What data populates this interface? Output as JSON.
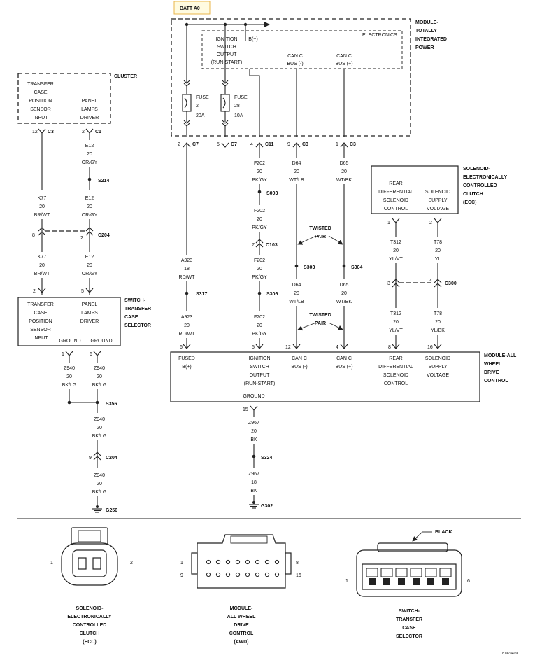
{
  "top_label": "BATT A0",
  "tipm": {
    "title": [
      "MODULE-",
      "TOTALLY",
      "INTEGRATED",
      "POWER"
    ],
    "electronics": "ELECTRONICS",
    "bplus": "B(+)",
    "ign": [
      "IGNITION",
      "SWITCH",
      "OUTPUT",
      "(RUN-START)"
    ],
    "canl": [
      "CAN C",
      "BUS (-)"
    ],
    "canh": [
      "CAN C",
      "BUS (+)"
    ],
    "fuse2": [
      "FUSE",
      "2",
      "20A"
    ],
    "fuse28": [
      "FUSE",
      "28",
      "10A"
    ]
  },
  "cluster": {
    "title": "CLUSTER",
    "left": [
      "TRANSFER",
      "CASE",
      "POSITION",
      "SENSOR",
      "INPUT"
    ],
    "right": [
      "PANEL",
      "LAMPS",
      "DRIVER"
    ]
  },
  "switch": {
    "title": [
      "SWITCH-",
      "TRANSFER",
      "CASE",
      "SELECTOR"
    ],
    "left": [
      "TRANSFER",
      "CASE",
      "POSITION",
      "SENSOR",
      "INPUT"
    ],
    "right": [
      "PANEL",
      "LAMPS",
      "DRIVER"
    ],
    "ground1": "GROUND",
    "ground2": "GROUND"
  },
  "ecc": {
    "title": [
      "SOLENOID-",
      "ELECTRONICALLY",
      "CONTROLLED",
      "CLUTCH",
      "(ECC)"
    ],
    "left": [
      "REAR",
      "DIFFERENTIAL",
      "SOLENOID",
      "CONTROL"
    ],
    "right": [
      "SOLENOID",
      "SUPPLY",
      "VOLTAGE"
    ]
  },
  "awd": {
    "title": [
      "MODULE-ALL",
      "WHEEL",
      "DRIVE",
      "CONTROL"
    ],
    "c1": [
      "FUSED",
      "B(+)"
    ],
    "c2": [
      "IGNITION",
      "SWITCH",
      "OUTPUT",
      "(RUN-START)"
    ],
    "c3": [
      "CAN C",
      "BUS (-)"
    ],
    "c4": [
      "CAN C",
      "BUS (+)"
    ],
    "c5": [
      "REAR",
      "DIFFERENTIAL",
      "SOLENOID",
      "CONTROL"
    ],
    "c6": [
      "SOLENOID",
      "SUPPLY",
      "VOLTAGE"
    ],
    "ground": "GROUND"
  },
  "pins": {
    "cl_c3": "12",
    "cl_c3c": "C3",
    "cl_c1": "2",
    "cl_c1c": "C1",
    "c204a_l": "8",
    "c204a_r": "2",
    "c204a": "C204",
    "sw_2": "2",
    "sw_5": "5",
    "sw_1": "1",
    "sw_6": "6",
    "tipm_c7a": "2",
    "tipm_c7a_c": "C7",
    "tipm_c7b": "5",
    "tipm_c7b_c": "C7",
    "tipm_c11": "4",
    "tipm_c11_c": "C11",
    "tipm_c3a": "9",
    "tipm_c3a_c": "C3",
    "tipm_c3b": "1",
    "tipm_c3b_c": "C3",
    "c103": "7",
    "c103_c": "C103",
    "ecc_1": "1",
    "ecc_2": "2",
    "c300_l": "3",
    "c300_r": "4",
    "c300": "C300",
    "awd_6": "6",
    "awd_5": "5",
    "awd_12": "12",
    "awd_4": "4",
    "awd_8": "8",
    "awd_16": "16",
    "awd_15": "15",
    "c204b": "9",
    "c204b_c": "C204"
  },
  "wires": {
    "e12": [
      "E12",
      "20",
      "OR/GY"
    ],
    "k77": [
      "K77",
      "20",
      "BR/WT"
    ],
    "z940": [
      "Z940",
      "20",
      "BK/LG"
    ],
    "a923_18": [
      "A923",
      "18",
      "RD/WT"
    ],
    "a923_20": [
      "A923",
      "20",
      "RD/WT"
    ],
    "f202": [
      "F202",
      "20",
      "PK/GY"
    ],
    "d64": [
      "D64",
      "20",
      "WT/LB"
    ],
    "d65": [
      "D65",
      "20",
      "WT/BK"
    ],
    "t312": [
      "T312",
      "20",
      "YL/VT"
    ],
    "t78a": [
      "T78",
      "20",
      "YL"
    ],
    "t78b": [
      "T78",
      "20",
      "YL/BK"
    ],
    "z967a": [
      "Z967",
      "20",
      "BK"
    ],
    "z967b": [
      "Z967",
      "18",
      "BK"
    ]
  },
  "splices": {
    "s214": "S214",
    "s356": "S356",
    "s317": "S317",
    "s003": "S003",
    "s306": "S306",
    "s303": "S303",
    "s304": "S304",
    "s324": "S324"
  },
  "grounds": {
    "g250": "G250",
    "g302": "G302"
  },
  "twisted": [
    "TWISTED",
    "PAIR"
  ],
  "connectors": {
    "ecc_view": [
      "SOLENOID-",
      "ELECTRONICALLY",
      "CONTROLLED",
      "CLUTCH",
      "(ECC)"
    ],
    "awd_view": [
      "MODULE-",
      "ALL WHEEL",
      "DRIVE",
      "CONTROL",
      "(AWD)"
    ],
    "sw_view": [
      "SWITCH-",
      "TRANSFER",
      "CASE",
      "SELECTOR"
    ],
    "ecc_pin_l": "1",
    "ecc_pin_r": "2",
    "awd_pin_tl": "1",
    "awd_pin_bl": "9",
    "awd_pin_tr": "8",
    "awd_pin_br": "16",
    "sw_pin_l": "1",
    "sw_pin_r": "6",
    "black": "BLACK"
  },
  "drawing_no": "8197a409"
}
